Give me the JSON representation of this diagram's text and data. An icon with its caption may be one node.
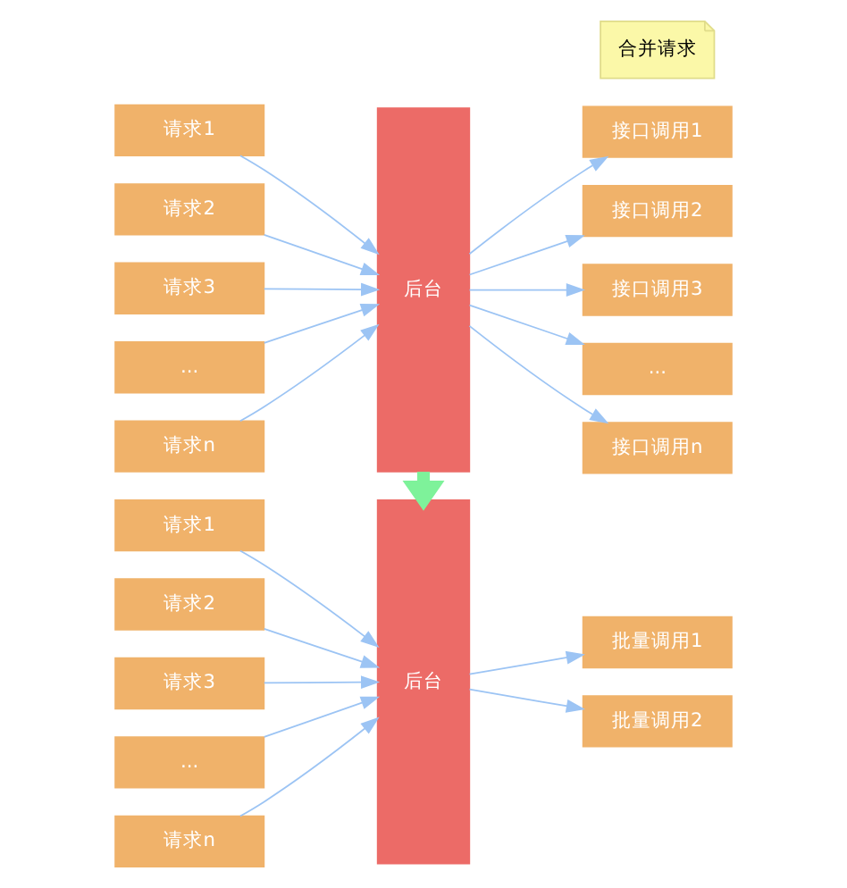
{
  "diagram": {
    "nodes": [
      {
        "text": [
          "请求1"
        ]
      },
      {
        "text": [
          "请求2"
        ]
      },
      {
        "text": [
          "请求3"
        ]
      },
      {
        "text": [
          "..."
        ]
      },
      {
        "text": [
          "请求n"
        ]
      },
      {
        "text": [
          "后台"
        ]
      },
      {
        "text": [
          "接口调用1"
        ]
      },
      {
        "text": [
          "接口调用2"
        ]
      },
      {
        "text": [
          "接口调用3"
        ]
      },
      {
        "text": [
          "..."
        ]
      },
      {
        "text": [
          "接口调用n"
        ]
      },
      {
        "text": [
          "合并请求"
        ]
      },
      {
        "text": [
          "请求1"
        ]
      },
      {
        "text": [
          "请求2"
        ]
      },
      {
        "text": [
          "请求3"
        ]
      },
      {
        "text": [
          "..."
        ]
      },
      {
        "text": [
          "请求n"
        ]
      },
      {
        "text": [
          "后台"
        ]
      },
      {
        "text": [
          "批量调用1"
        ]
      },
      {
        "text": [
          "批量调用2"
        ]
      }
    ],
    "edges": [
      {
        "from": 0,
        "to": 5,
        "arrow": "to"
      },
      {
        "from": 1,
        "to": 5,
        "arrow": "to"
      },
      {
        "from": 2,
        "to": 5,
        "arrow": "to"
      },
      {
        "from": 3,
        "to": 5,
        "arrow": "to"
      },
      {
        "from": 4,
        "to": 5,
        "arrow": "to"
      },
      {
        "from": 5,
        "to": 6,
        "arrow": "to"
      },
      {
        "from": 5,
        "to": 7,
        "arrow": "to"
      },
      {
        "from": 5,
        "to": 8,
        "arrow": "to"
      },
      {
        "from": 5,
        "to": 9,
        "arrow": "to"
      },
      {
        "from": 5,
        "to": 10,
        "arrow": "to"
      },
      {
        "from": 5,
        "to": 17,
        "arrow": "to",
        "style": "thick",
        "color": "#7ef29a"
      },
      {
        "from": 12,
        "to": 17,
        "arrow": "to"
      },
      {
        "from": 13,
        "to": 17,
        "arrow": "to"
      },
      {
        "from": 14,
        "to": 17,
        "arrow": "to"
      },
      {
        "from": 15,
        "to": 17,
        "arrow": "to"
      },
      {
        "from": 16,
        "to": 17,
        "arrow": "to"
      },
      {
        "from": 17,
        "to": 18,
        "arrow": "to"
      },
      {
        "from": 17,
        "to": 19,
        "arrow": "to"
      }
    ]
  }
}
